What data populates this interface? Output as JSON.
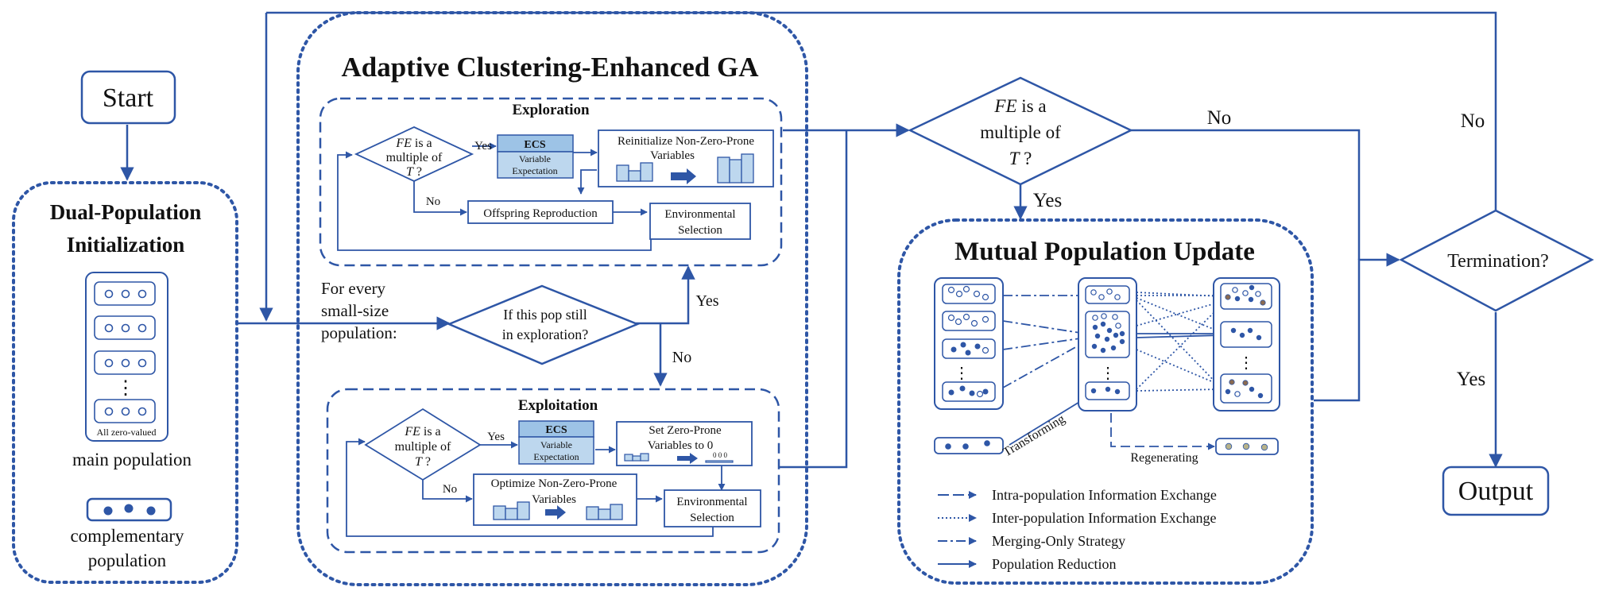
{
  "start": "Start",
  "output": "Output",
  "init": {
    "title_line1": "Dual-Population",
    "title_line2": "Initialization",
    "all_zero": "All zero-valued",
    "main_label": "main population",
    "comp_label_line1": "complementary",
    "comp_label_line2": "population",
    "ellipsis": "⋮"
  },
  "acega": {
    "title": "Adaptive Clustering-Enhanced GA",
    "for_every_line1": "For every",
    "for_every_line2": "small-size",
    "for_every_line3": "population:",
    "decision_line1": "If this pop still",
    "decision_line2": "in exploration?",
    "yes": "Yes",
    "no": "No",
    "exploration": {
      "title": "Exploration",
      "diamond_fe": "FE",
      "diamond_is_a": " is a",
      "diamond_line2": "multiple of",
      "diamond_t": "T",
      "diamond_q": " ?",
      "yes": "Yes",
      "no": "No",
      "ecs": "ECS",
      "ecs_sub1": "Variable",
      "ecs_sub2": "Expectation",
      "reinit_line1": "Reinitialize Non-Zero-Prone",
      "reinit_line2": "Variables",
      "offspring": "Offspring Reproduction",
      "env_line1": "Environmental",
      "env_line2": "Selection"
    },
    "exploitation": {
      "title": "Exploitation",
      "diamond_fe": "FE",
      "diamond_is_a": " is a",
      "diamond_line2": "multiple of",
      "diamond_t": "T",
      "diamond_q": " ?",
      "yes": "Yes",
      "no": "No",
      "ecs": "ECS",
      "ecs_sub1": "Variable",
      "ecs_sub2": "Expectation",
      "setzero_line1": "Set Zero-Prone",
      "setzero_line2": "Variables to 0",
      "zeros": "0  0  0",
      "optimize_line1": "Optimize Non-Zero-Prone",
      "optimize_line2": "Variables",
      "env_line1": "Environmental",
      "env_line2": "Selection"
    }
  },
  "fe_check": {
    "fe": "FE",
    "is_a": " is a",
    "line2": "multiple of",
    "t": "T",
    "q": " ?",
    "no": "No",
    "yes": "Yes"
  },
  "mpu": {
    "title": "Mutual Population Update",
    "transforming": "Transforming",
    "regenerating": "Regenerating",
    "ellipsis": "⋮",
    "legend": {
      "intra": "Intra-population Information Exchange",
      "inter": "Inter-population Information Exchange",
      "merging": "Merging-Only Strategy",
      "reduction": "Population Reduction"
    }
  },
  "termination": {
    "label": "Termination?",
    "no": "No",
    "yes": "Yes"
  },
  "colors": {
    "line": "#2e56a6",
    "dark_dot": "#1f3f7a",
    "bar_fill": "#bdd7ee",
    "ecs_fill": "#9dc3e6",
    "dot_brown": "#8b6b50",
    "dot_olive": "#b7b28a"
  }
}
